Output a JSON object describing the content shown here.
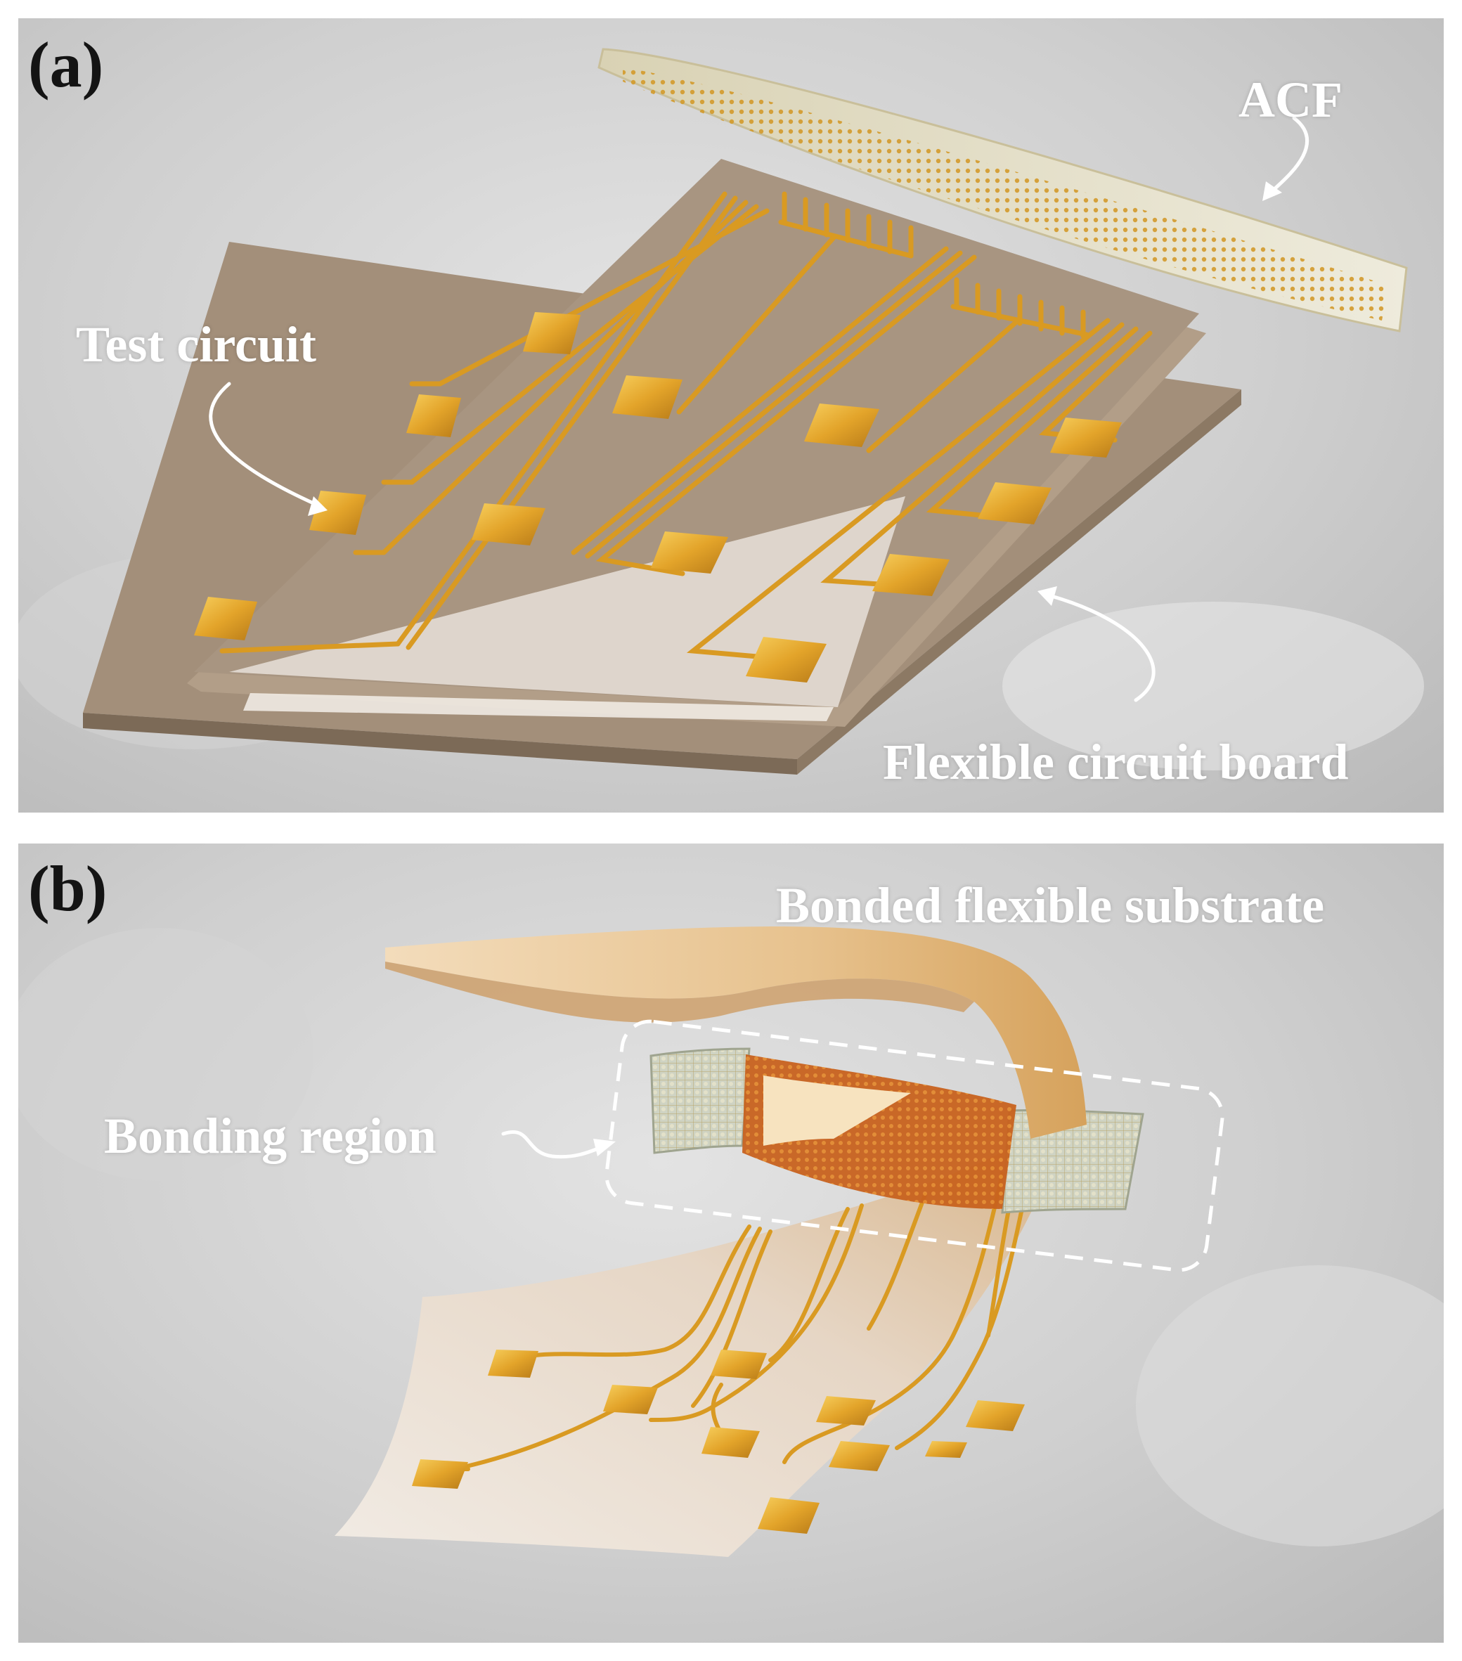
{
  "panels": [
    {
      "label": "(a)",
      "callouts": {
        "acf": "ACF",
        "test_circuit": "Test circuit",
        "flexible_board": "Flexible circuit board"
      }
    },
    {
      "label": "(b)",
      "callouts": {
        "bonded_substrate": "Bonded flexible substrate",
        "bonding_region": "Bonding region"
      }
    }
  ],
  "colors": {
    "substrate": "#a89581",
    "substrate_light": "#d9ccbd",
    "gold": "#e0a32a",
    "gold_dark": "#b17516",
    "acf_film": "#e9e4cf",
    "label_dark": "#141414",
    "callout_white": "#ffffff"
  }
}
